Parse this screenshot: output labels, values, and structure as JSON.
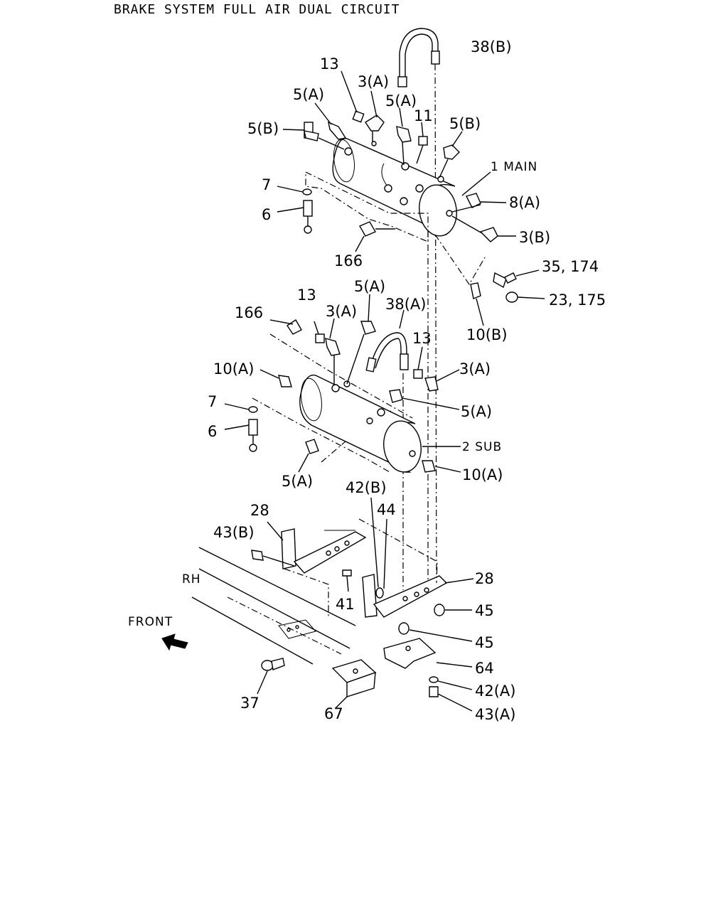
{
  "diagram": {
    "title": "BRAKE SYSTEM FULL AIR DUAL CIRCUIT",
    "labels": {
      "l38b": "38(B)",
      "l13a": "13",
      "l3a_1": "3(A)",
      "l5a_1": "5(A)",
      "l5a_2": "5(A)",
      "l11": "11",
      "l5b_1": "5(B)",
      "l5b_2": "5(B)",
      "l1main": "1 MAIN",
      "l7_1": "7",
      "l8a": "8(A)",
      "l6_1": "6",
      "l3b": "3(B)",
      "l166_1": "166",
      "l35": "35, 174",
      "l23": "23, 175",
      "l5a_3": "5(A)",
      "l13b": "13",
      "l3a_2": "3(A)",
      "l38a": "38(A)",
      "l166_2": "166",
      "l10b": "10(B)",
      "l13c": "13",
      "l10a_1": "10(A)",
      "l3a_3": "3(A)",
      "l7_2": "7",
      "l5a_4": "5(A)",
      "l6_2": "6",
      "l2sub": "2 SUB",
      "l5a_5": "5(A)",
      "l10a_2": "10(A)",
      "l42b": "42(B)",
      "l28_1": "28",
      "l44": "44",
      "l43b": "43(B)",
      "l28_2": "28",
      "lrh": "RH",
      "l41": "41",
      "l45_1": "45",
      "lfront": "FRONT",
      "l45_2": "45",
      "l64": "64",
      "l42a": "42(A)",
      "l37": "37",
      "l67": "67",
      "l43a": "43(A)"
    }
  }
}
